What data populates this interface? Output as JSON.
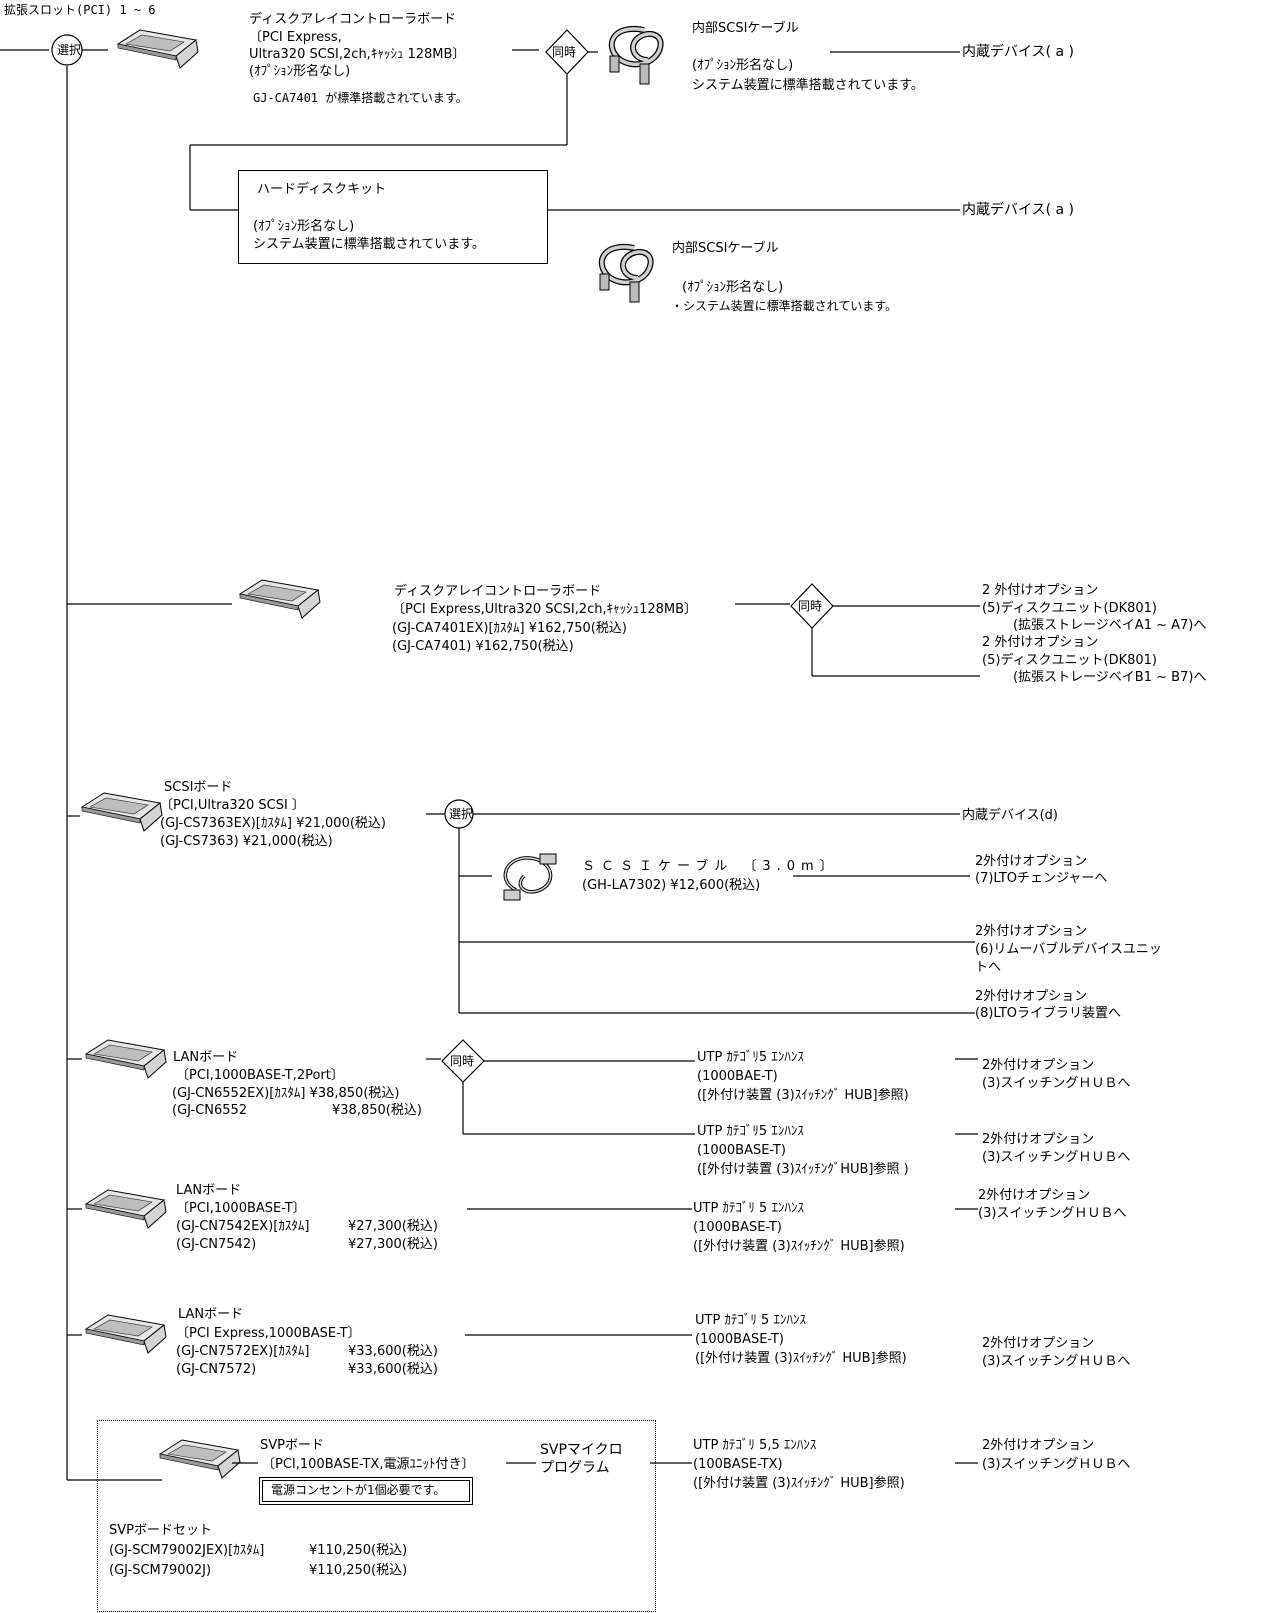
{
  "slot_title": "拡張スロット(PCI) 1 ~ 6",
  "labels": {
    "select": "選択",
    "simul": "同時"
  },
  "icons": [
    "board-icon",
    "cable-icon",
    "scsi-cable-icon"
  ],
  "g1": {
    "board": [
      "ディスクアレイコントローラボード",
      "〔PCI Express,",
      "Ultra320 SCSI,2ch,ｷｬｯｼｭ 128MB〕",
      "(ｵﾌﾟｼｮﾝ形名なし)",
      "GJ-CA7401 が標準搭載されています。"
    ],
    "cable": [
      "内部SCSIケーブル",
      "(ｵﾌﾟｼｮﾝ形名なし)",
      "システム装置に標準搭載されています。"
    ],
    "dest": "内蔵デバイス( a )"
  },
  "g2": {
    "hdd": [
      "ハードディスクキット",
      "(ｵﾌﾟｼｮﾝ形名なし)",
      "システム装置に標準搭載されています。"
    ],
    "dest": "内蔵デバイス( a )",
    "cable": [
      "内部SCSIケーブル",
      "(ｵﾌﾟｼｮﾝ形名なし)",
      "・システム装置に標準搭載されています。"
    ]
  },
  "g3": {
    "board": [
      "ディスクアレイコントローラボード",
      "〔PCI Express,Ultra320 SCSI,2ch,ｷｬｯｼｭ128MB〕",
      "(GJ-CA7401EX)[ｶｽﾀﾑ]  ¥162,750(税込)",
      "(GJ-CA7401)  ¥162,750(税込)"
    ],
    "dest": [
      "2 外付けオプション",
      "(5)ディスクユニット(DK801)",
      "(拡張ストレージベイA1 ~ A7)へ",
      "2 外付けオプション",
      "(5)ディスクユニット(DK801)",
      "(拡張ストレージベイB1 ~ B7)へ"
    ]
  },
  "g4": {
    "board": [
      "SCSIボード",
      "〔PCI,Ultra320 SCSI 〕",
      "(GJ-CS7363EX)[ｶｽﾀﾑ]  ¥21,000(税込)",
      "(GJ-CS7363)  ¥21,000(税込)"
    ],
    "internal": "内蔵デバイス(d)",
    "cable": [
      "ＳＣＳＩケーブル 〔3.0m〕",
      "(GH-LA7302)  ¥12,600(税込)"
    ],
    "dest1": [
      "2外付けオプション",
      "(7)LTOチェンジャーへ"
    ],
    "dest2": [
      "2外付けオプション",
      "(6)リムーバブルデバイスユニッ",
      "トへ"
    ],
    "dest3": [
      "2外付けオプション",
      "(8)LTOライブラリ装置へ"
    ]
  },
  "g5": {
    "board": [
      "LANボード",
      "〔PCI,1000BASE-T,2Port〕",
      "(GJ-CN6552EX)[ｶｽﾀﾑ] ¥38,850(税込)",
      "(GJ-CN6552",
      "¥38,850(税込)"
    ],
    "utp1": [
      "UTP ｶﾃｺﾞﾘ5 ｴﾝﾊﾝｽ",
      "(1000BAE-T)",
      "([外付け装置 (3)ｽｲｯﾁﾝｸﾞ HUB]参照)"
    ],
    "utp2": [
      "UTP ｶﾃｺﾞﾘ5 ｴﾝﾊﾝｽ",
      "(1000BASE-T)",
      "([外付け装置 (3)ｽｲｯﾁﾝｸﾞHUB]参照 )"
    ],
    "dest": [
      "2外付けオプション",
      "(3)スイッチングＨＵＢへ"
    ]
  },
  "g6": {
    "board": [
      "LANボード",
      "〔PCI,1000BASE-T〕",
      "(GJ-CN7542EX)[ｶｽﾀﾑ]",
      "¥27,300(税込)",
      "(GJ-CN7542)",
      "¥27,300(税込)"
    ],
    "utp": [
      "UTP ｶﾃｺﾞﾘ 5 ｴﾝﾊﾝｽ",
      "(1000BASE-T)",
      "([外付け装置 (3)ｽｲｯﾁﾝｸﾞ HUB]参照)"
    ],
    "dest": [
      "2外付けオプション",
      "(3)スイッチングＨＵＢへ"
    ]
  },
  "g7": {
    "board": [
      "LANボード",
      "〔PCI Express,1000BASE-T〕",
      "(GJ-CN7572EX)[ｶｽﾀﾑ]",
      "¥33,600(税込)",
      "(GJ-CN7572)",
      "¥33,600(税込)"
    ],
    "utp": [
      "UTP ｶﾃｺﾞﾘ 5 ｴﾝﾊﾝｽ",
      "(1000BASE-T)",
      "([外付け装置 (3)ｽｲｯﾁﾝｸﾞ HUB]参照)"
    ],
    "dest": [
      "2外付けオプション",
      "(3)スイッチングＨＵＢへ"
    ]
  },
  "g8": {
    "board": [
      "SVPボード",
      "〔PCI,100BASE-TX,電源ﾕﾆｯﾄ付き〕"
    ],
    "note": "電源コンセントが1個必要です。",
    "micro": [
      "SVPマイクロ",
      "プログラム"
    ],
    "set": [
      "SVPボードセット",
      "(GJ-SCM79002JEX)[ｶｽﾀﾑ]",
      "¥110,250(税込)",
      "(GJ-SCM79002J)",
      "¥110,250(税込)"
    ],
    "utp": [
      "UTP ｶﾃｺﾞﾘ 5,5 ｴﾝﾊﾝｽ",
      "(100BASE-TX)",
      "([外付け装置 (3)ｽｲｯﾁﾝｸﾞ HUB]参照)"
    ],
    "dest": [
      "2外付けオプション",
      "(3)スイッチングＨＵＢへ"
    ]
  }
}
